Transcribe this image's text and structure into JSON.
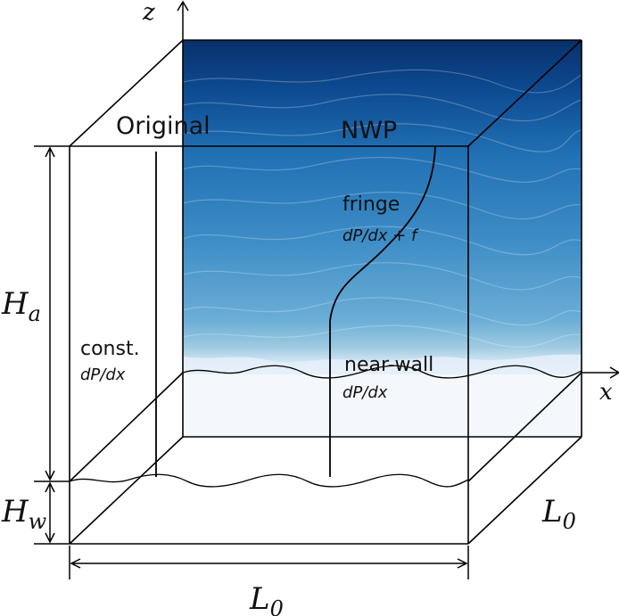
{
  "axes": {
    "x": "x",
    "z": "z"
  },
  "regions": {
    "original": "Original",
    "nwp": "NWP",
    "fringe": "fringe",
    "fringe_eq": "dP/dx + f",
    "near_wall": "near-wall",
    "near_wall_eq": "dP/dx",
    "const": "const.",
    "const_eq": "dP/dx"
  },
  "dimensions": {
    "ha": "H",
    "ha_sub": "a",
    "hw": "H",
    "hw_sub": "w",
    "l0_bottom": "L",
    "l0_bottom_sub": "0",
    "l0_side": "L",
    "l0_side_sub": "0"
  },
  "colors": {
    "field_top": "#08306b",
    "field_mid": "#2171b5",
    "field_low": "#6baed6",
    "near_wall": "#f4f8fd"
  }
}
